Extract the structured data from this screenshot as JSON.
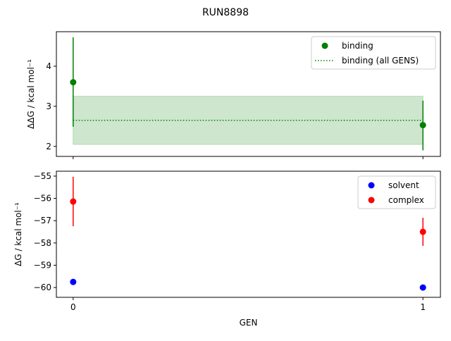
{
  "title": "RUN8898",
  "chart_data": [
    {
      "type": "scatter",
      "ylabel": "ΔΔG / kcal mol⁻¹",
      "xlabel": "",
      "xlim": [
        -0.048,
        1.05
      ],
      "ylim": [
        1.75,
        4.86
      ],
      "yticks": [
        2,
        3,
        4
      ],
      "xticks": [
        0,
        1
      ],
      "show_xticklabels": false,
      "legend": "top-right",
      "series": [
        {
          "name": "binding",
          "color": "#008000",
          "x": [
            0,
            1
          ],
          "y": [
            3.6,
            2.53
          ],
          "yerr_low": [
            2.49,
            1.9
          ],
          "yerr_high": [
            4.72,
            3.14
          ]
        },
        {
          "name": "binding (all GENS)",
          "color": "#008000",
          "style": "dotted",
          "y": 2.65,
          "band": [
            2.05,
            3.25
          ],
          "band_color": "#cde6cd"
        }
      ]
    },
    {
      "type": "scatter",
      "ylabel": "ΔG / kcal mol⁻¹",
      "xlabel": "GEN",
      "xlim": [
        -0.048,
        1.05
      ],
      "ylim": [
        -60.44,
        -54.78
      ],
      "yticks": [
        -60,
        -59,
        -58,
        -57,
        -56,
        -55
      ],
      "xticks": [
        0,
        1
      ],
      "legend": "top-right",
      "series": [
        {
          "name": "solvent",
          "color": "#0000ff",
          "x": [
            0,
            1
          ],
          "y": [
            -59.75,
            -60.0
          ],
          "yerr_low": [
            -59.8,
            -60.06
          ],
          "yerr_high": [
            -59.7,
            -59.94
          ]
        },
        {
          "name": "complex",
          "color": "#ff0000",
          "x": [
            0,
            1
          ],
          "y": [
            -56.14,
            -57.5
          ],
          "yerr_low": [
            -57.25,
            -58.13
          ],
          "yerr_high": [
            -55.03,
            -56.87
          ]
        }
      ]
    }
  ]
}
